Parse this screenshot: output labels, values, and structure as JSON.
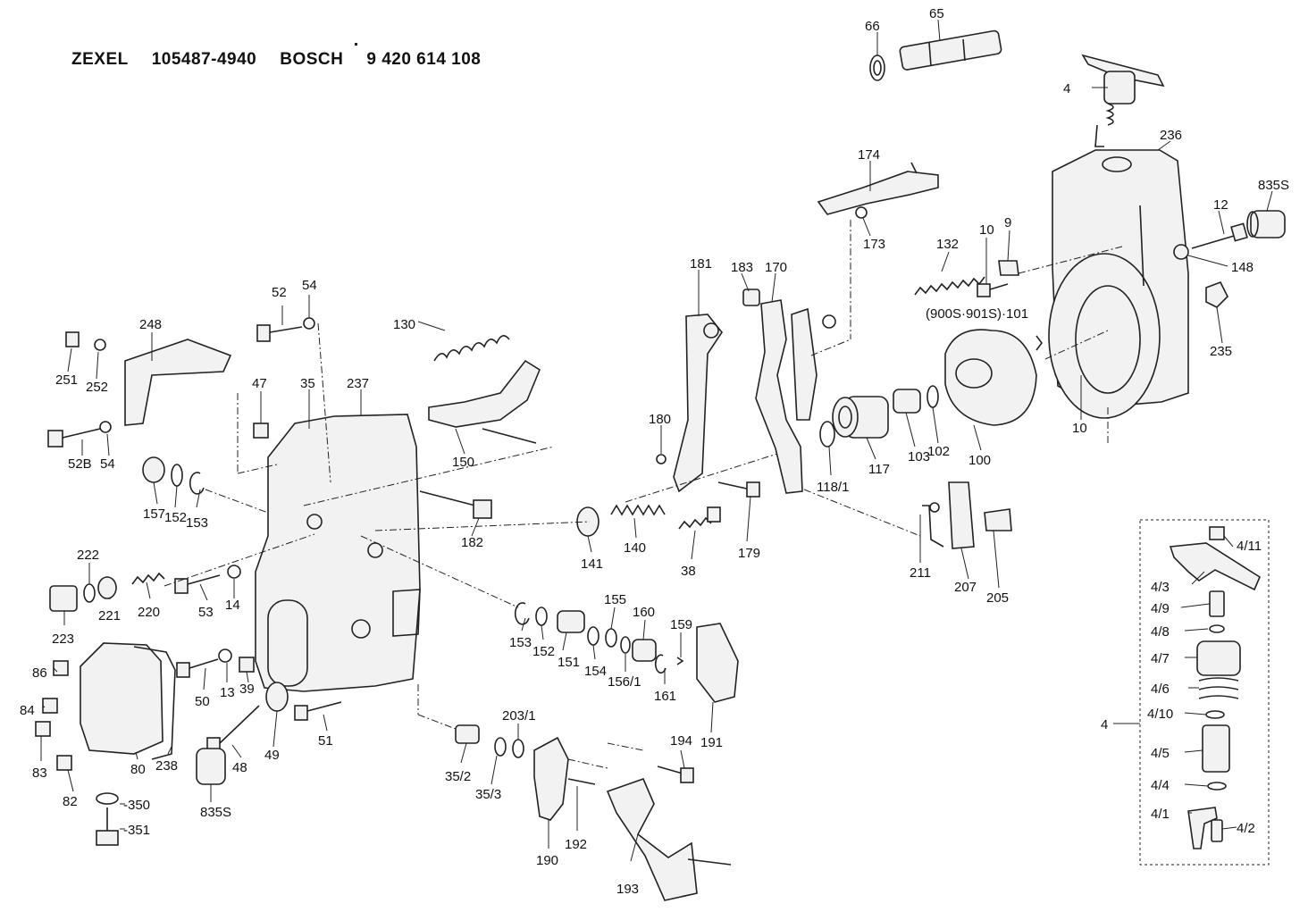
{
  "header": {
    "brand1": "ZEXEL",
    "number1": "105487-4940",
    "brand2": "BOSCH",
    "number2": "9 420 614 108"
  },
  "callouts": {
    "c66": "66",
    "c65": "65",
    "c4_top": "4",
    "c236": "236",
    "c835S_right": "835S",
    "c174": "174",
    "c173": "173",
    "c132": "132",
    "c10a": "10",
    "c9": "9",
    "c12": "12",
    "c148": "148",
    "c181": "181",
    "c183": "183",
    "c170": "170",
    "c900": "(900S·901S)·101",
    "c235": "235",
    "c130": "130",
    "c150": "150",
    "c180": "180",
    "c117": "117",
    "c118_1": "118/1",
    "c103": "103",
    "c102": "102",
    "c100": "100",
    "c10b": "10",
    "c52": "52",
    "c54a": "54",
    "c248": "248",
    "c251": "251",
    "c252": "252",
    "c47": "47",
    "c35": "35",
    "c237": "237",
    "c52B": "52B",
    "c54b": "54",
    "c157": "157",
    "c152a": "152",
    "c153a": "153",
    "c182": "182",
    "c141": "141",
    "c140": "140",
    "c38": "38",
    "c179": "179",
    "c211": "211",
    "c207": "207",
    "c205": "205",
    "c222": "222",
    "c223": "223",
    "c221": "221",
    "c220": "220",
    "c53": "53",
    "c14": "14",
    "c153b": "153",
    "c152b": "152",
    "c151": "151",
    "c155": "155",
    "c154": "154",
    "c160": "160",
    "c156_1": "156/1",
    "c159": "159",
    "c161": "161",
    "c191": "191",
    "c86": "86",
    "c84": "84",
    "c83": "83",
    "c82": "82",
    "c80": "80",
    "c238": "238",
    "c50": "50",
    "c13": "13",
    "c39": "39",
    "c48": "48",
    "c49": "49",
    "c51": "51",
    "c350": "-350",
    "c351": "-351",
    "c835S_left": "835S",
    "c35_2": "35/2",
    "c35_3": "35/3",
    "c203_1": "203/1",
    "c190": "190",
    "c192": "192",
    "c193": "193",
    "c194": "194",
    "c4_11": "4/11",
    "c4_3": "4/3",
    "c4_9": "4/9",
    "c4_8": "4/8",
    "c4_7": "4/7",
    "c4_6": "4/6",
    "c4_10": "4/10",
    "c4_5": "4/5",
    "c4_4": "4/4",
    "c4_1": "4/1",
    "c4_2": "4/2",
    "c4_box": "4"
  }
}
